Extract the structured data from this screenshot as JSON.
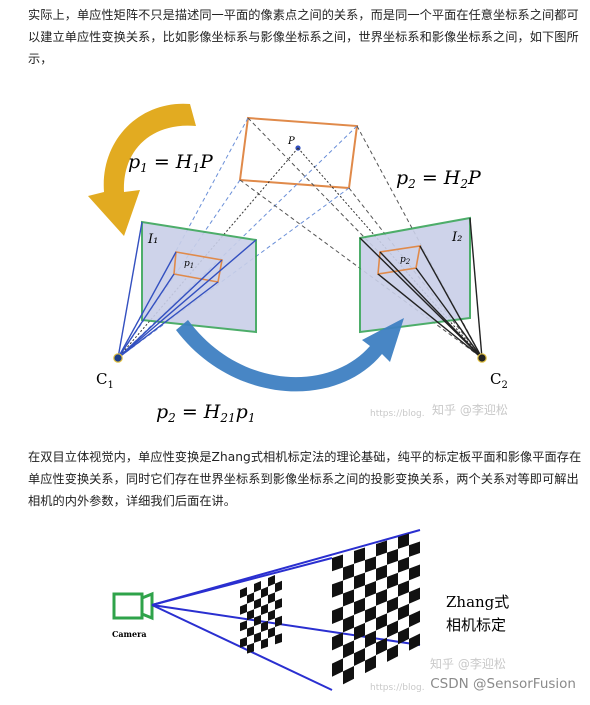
{
  "paragraphs": {
    "p1": "实际上，单应性矩阵不只是描述同一平面的像素点之间的关系，而是同一个平面在任意坐标系之间都可以建立单应性变换关系，比如影像坐标系与影像坐标系之间，世界坐标系和影像坐标系之间，如下图所示，",
    "p2": "在双目立体视觉内，单应性变换是Zhang式相机标定法的理论基础，纯平的标定板平面和影像平面存在单应性变换关系，同时它们存在世界坐标系到影像坐标系之间的投影变换关系，两个关系对等即可解出相机的内外参数，详细我们后面在讲。"
  },
  "figure1": {
    "eq_p1": "p",
    "eq_p1_sub": "1",
    "eq_p1_rhs": " = H",
    "eq_p1_rhs_sub": "1",
    "eq_p1_end": "P",
    "eq_p2": "p",
    "eq_p2_sub": "2",
    "eq_p2_rhs": " = H",
    "eq_p2_rhs_sub": "2",
    "eq_p2_end": "P",
    "eq_bottom": "p",
    "eq_bottom_sub": "2",
    "eq_bottom_mid": " = H",
    "eq_bottom_mid_sub": "21",
    "eq_bottom_end": "p",
    "eq_bottom_end_sub": "1",
    "label_I1": "I₁",
    "label_I2": "I₂",
    "label_C1": "C",
    "label_C1_sub": "1",
    "label_C2": "C",
    "label_C2_sub": "2",
    "label_P": "P",
    "label_p1": "p",
    "label_p1_sub": "1",
    "label_p2": "p",
    "label_p2_sub": "2",
    "watermark_blog": "https://blog.",
    "watermark_zhihu": "知乎 @李迎松"
  },
  "figure2": {
    "camera_label": "Camera",
    "title_line1": "Zhang式",
    "title_line2": "相机标定",
    "watermark_zhihu": "知乎 @李迎松",
    "watermark_blog": "https://blog."
  },
  "footer": {
    "csdn_credit": "CSDN @SensorFusion"
  },
  "colors": {
    "plane_fill": "#c9cfe8",
    "plane_border": "#3aa55a",
    "world_rect": "#e08a4a",
    "ray_blue": "#3350c0",
    "ray_black": "#222222",
    "arrow_gold": "#e0a615",
    "arrow_blue": "#3e7fc2",
    "camera_green": "#2fa34a",
    "fig2_ray": "#2a2fd0"
  }
}
